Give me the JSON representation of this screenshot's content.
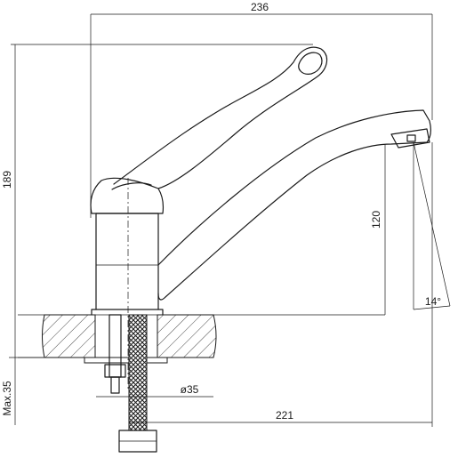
{
  "dimensions": {
    "top_width": "236",
    "total_height": "189",
    "spout_height": "120",
    "spout_angle": "14°",
    "hole_diameter": "ø35",
    "spout_reach": "221",
    "max_thickness": "Max.35"
  }
}
